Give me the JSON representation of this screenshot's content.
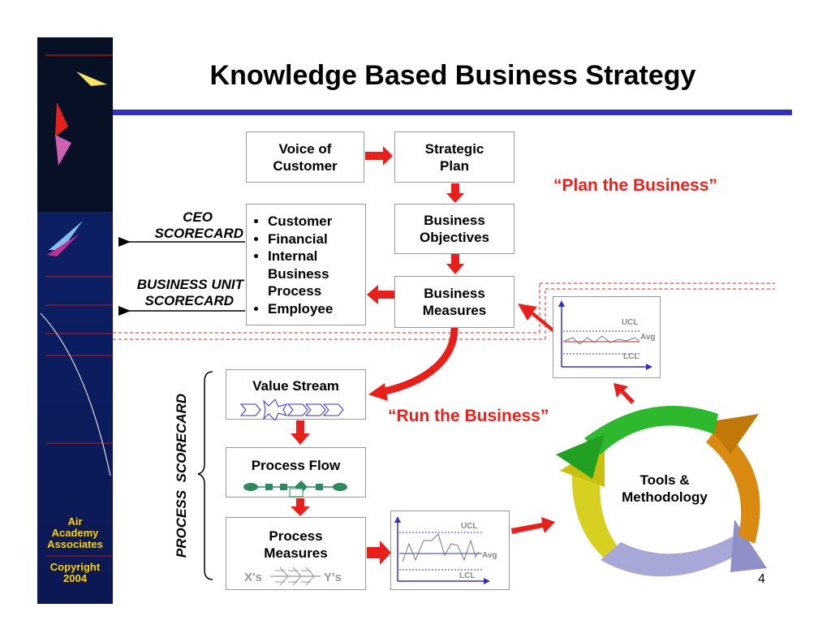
{
  "title": "Knowledge Based Business Strategy",
  "sidebar": {
    "org_line1": "Air",
    "org_line2": "Academy",
    "org_line3": "Associates",
    "copyright_line1": "Copyright",
    "copyright_line2": "2004"
  },
  "boxes": {
    "voice_of_customer": "Voice of\nCustomer",
    "strategic_plan": "Strategic\nPlan",
    "business_objectives": "Business\nObjectives",
    "business_measures": "Business\nMeasures",
    "value_stream": "Value Stream",
    "process_flow": "Process Flow",
    "process_measures": "Process\nMeasures",
    "tools_methodology": "Tools &\nMethodology"
  },
  "scorecard_items": [
    "Customer",
    "Financial",
    "Internal\nBusiness\nProcess",
    "Employee"
  ],
  "labels": {
    "ceo_scorecard_line1": "CEO",
    "ceo_scorecard_line2": "SCORECARD",
    "bu_scorecard_line1": "BUSINESS UNIT",
    "bu_scorecard_line2": "SCORECARD",
    "process_scorecard": "PROCESS  SCORECARD",
    "plan_business": "“Plan the Business”",
    "run_business": "“Run the Business”",
    "xs": "X's",
    "ys": "Y's",
    "page_number": "4"
  },
  "control_chart": {
    "ucl": "UCL",
    "avg": "Avg",
    "lcl": "LCL"
  },
  "colors": {
    "accent_red": "#e8201c",
    "title_rule_blue": "#3030c8",
    "sidebar_navy": "#0c1a55",
    "sidebar_text_yellow": "#ffd200",
    "cycle_green": "#2db82d",
    "cycle_orange": "#d98a10",
    "cycle_lavender": "#a8a8d8",
    "cycle_yellow": "#d8d020"
  }
}
